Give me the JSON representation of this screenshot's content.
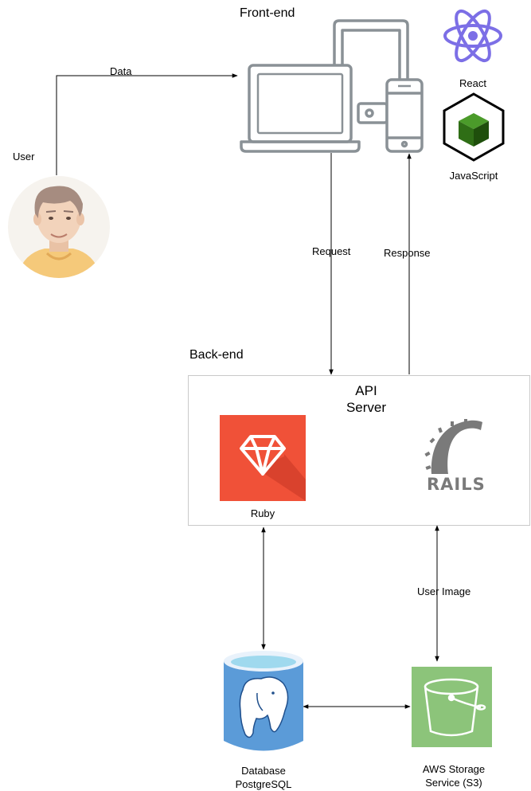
{
  "sections": {
    "frontend": "Front-end",
    "backend": "Back-end"
  },
  "nodes": {
    "user": "User",
    "react": "React",
    "javascript": "JavaScript",
    "api_server": "API\nServer",
    "ruby": "Ruby",
    "rails_logo_text": "RAILS",
    "database": "Database\nPostgreSQL",
    "s3": "AWS Storage\nService (S3)"
  },
  "edges": {
    "data": "Data",
    "request": "Request",
    "response": "Response",
    "user_image": "User Image"
  },
  "colors": {
    "device_gray": "#8a9196",
    "react_purple": "#7c6fe6",
    "js_green": "#2f6e16",
    "ruby_red": "#f05138",
    "rails_gray": "#7a7a7a",
    "postgres_blue": "#5b9bd8",
    "s3_green": "#8cc47a",
    "user_shirt": "#f5c97a"
  },
  "icons": [
    "user-avatar",
    "laptop-icon",
    "phone-icon",
    "react-logo-icon",
    "javascript-cube-icon",
    "ruby-gem-icon",
    "rails-logo-icon",
    "postgresql-database-icon",
    "s3-bucket-icon"
  ]
}
